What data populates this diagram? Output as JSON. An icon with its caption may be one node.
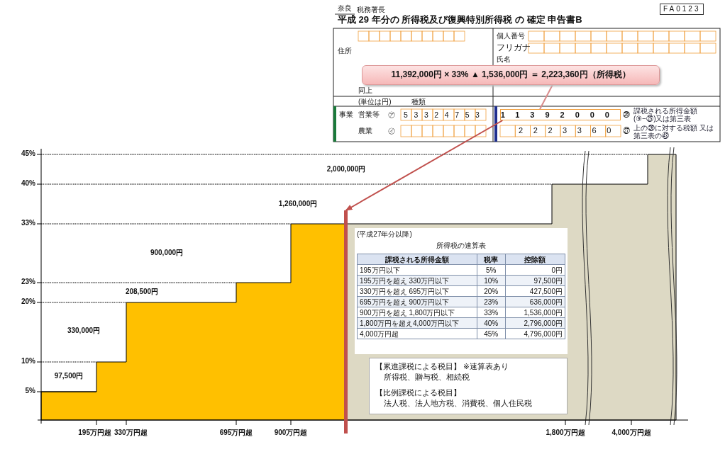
{
  "diagram": {
    "nodes": [
      {
        "text": [
          "平成 29 年分の 所得税及び復興特別所得税 の 確定 申告書B"
        ]
      },
      {
        "text": [
          "11392000"
        ],
        "in": 0
      },
      {
        "text": [
          "11,392,000円 × 33% ▲ 1,536,000円 ＝ 2,223,360円（所得税）"
        ]
      },
      {
        "text": [],
        "shape": "bar"
      },
      {
        "text": [
          "(平成27年分以降)",
          "所得税の速算表"
        ]
      },
      {
        "text": [
          "【累進課税による税目】 ※速算表あり",
          "所得税、贈与税、相続税",
          "【比例課税による税目】",
          "法人税、法人地方税、消費税、個人住民税"
        ]
      }
    ],
    "edges": [
      {
        "from": 2,
        "to": 1,
        "arrow": "none"
      },
      {
        "from": 1,
        "to": 3,
        "arrow": "to",
        "color": "#c0504d"
      }
    ],
    "labels": [
      "奈良",
      "税務署長",
      "FA0123",
      "住所",
      "個人番号",
      "フリガナ",
      "氏名",
      "同上",
      "(単位は円)",
      "種類",
      "事業",
      "営業等",
      "㋐",
      "53324753",
      "㉖",
      "課税される所得金額 (⑨−㉕)又は第三表",
      "農業",
      "㋑",
      "2223360",
      "㉗",
      "上の㉖に対する税額 又は第三表の㊸",
      "45%",
      "40%",
      "33%",
      "23%",
      "20%",
      "10%",
      "5%",
      "2,000,000円",
      "1,260,000円",
      "900,000円",
      "208,500円",
      "330,000円",
      "97,500円",
      "195万円超",
      "330万円超",
      "695万円超",
      "900万円超",
      "1,800万円超",
      "4,000万円超",
      "課税される所得金額",
      "税率",
      "控除額",
      "195万円以下",
      "5%",
      "0円",
      "195万円を超え 330万円以下",
      "10%",
      "97,500円",
      "330万円を超え 695万円以下",
      "20%",
      "427,500円",
      "695万円を超え 900万円以下",
      "23%",
      "636,000円",
      "900万円を超え 1,800万円以下",
      "33%",
      "1,536,000円",
      "1,800万円を超え4,000万円以下",
      "40%",
      "2,796,000円",
      "4,000万円超",
      "45%",
      "4,796,000円"
    ]
  }
}
